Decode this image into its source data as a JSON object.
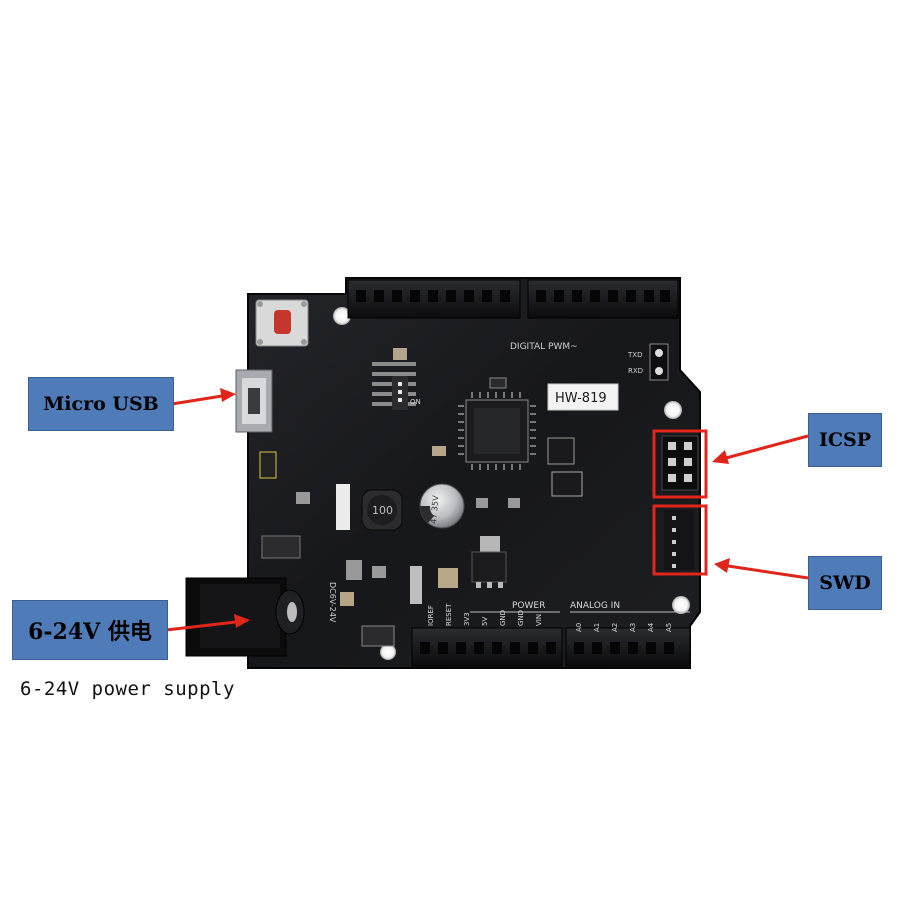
{
  "board": {
    "model": "HW-819",
    "header_labels": {
      "digital": "DIGITAL PWM~",
      "power": "POWER",
      "analog": "ANALOG IN",
      "txd": "TXD",
      "rxd": "RXD",
      "on": "ON",
      "power_pins": [
        "IOREF",
        "RESET",
        "3V3",
        "5V",
        "GND",
        "GND",
        "VIN"
      ],
      "analog_pins": [
        "A0",
        "A1",
        "A2",
        "A3",
        "A4",
        "A5"
      ]
    },
    "parts": {
      "capacitor_text": "47 35V",
      "inductor_text": "100",
      "dc_label": "DC6V-24V"
    }
  },
  "callouts": {
    "micro_usb": "Micro USB",
    "icsp": "ICSP",
    "swd": "SWD",
    "power_input": "6-24V 供电"
  },
  "caption": "6-24V power supply",
  "colors": {
    "label_box": "#4f7bb8",
    "arrow": "#e0251b",
    "highlight_box": "#e0251b",
    "pcb": "#15161a"
  }
}
